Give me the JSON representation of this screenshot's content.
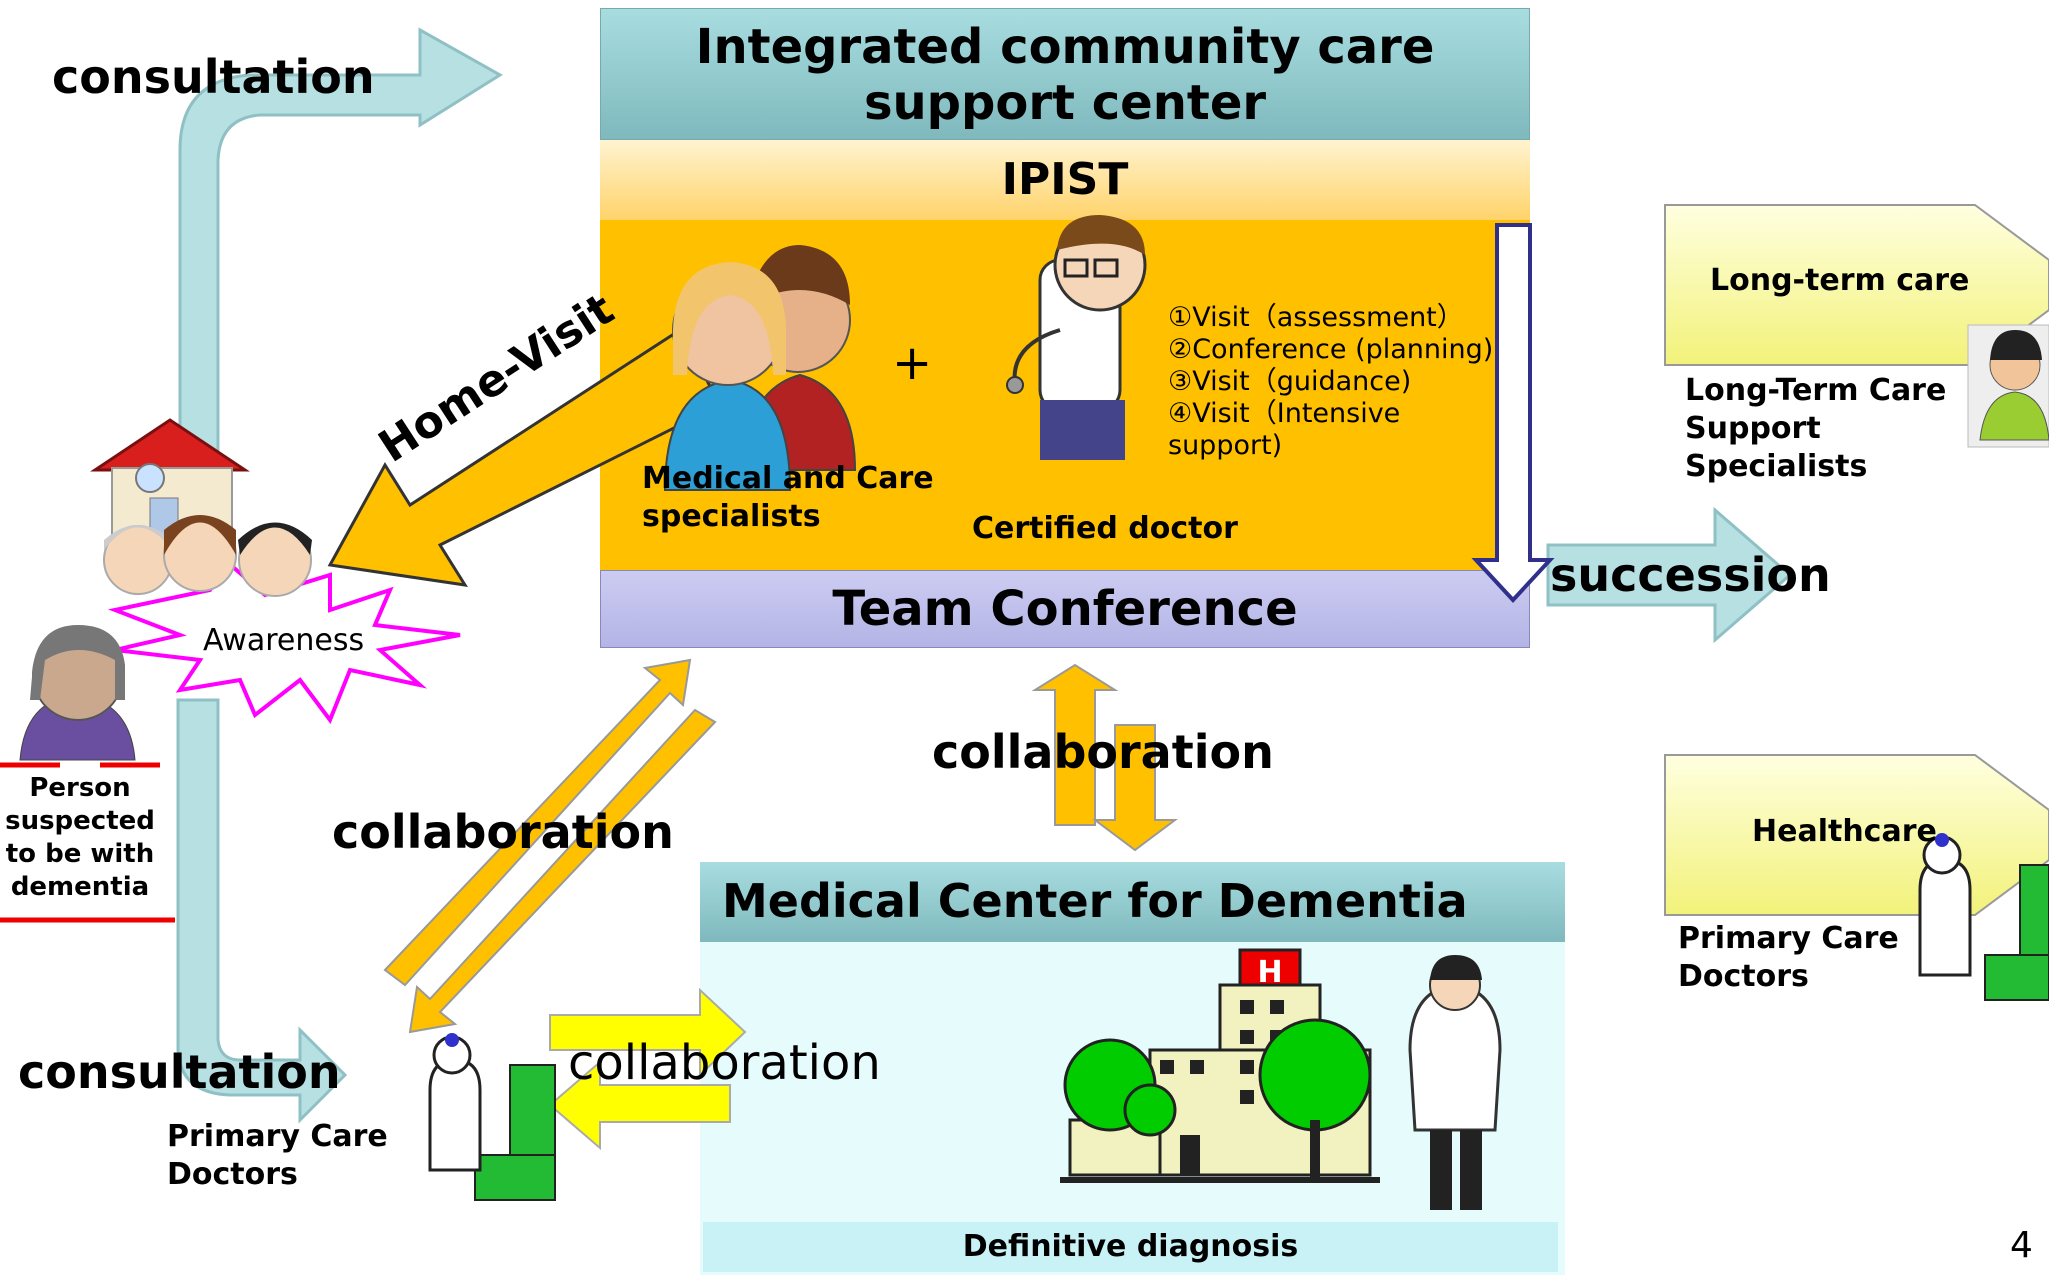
{
  "center": {
    "title_line1": "Integrated community care",
    "title_line2": "support center",
    "ipist": "IPIST",
    "team_conference": "Team Conference",
    "medical_care_specialists_line1": "Medical and Care",
    "medical_care_specialists_line2": "specialists",
    "plus": "+",
    "certified_doctor": "Certified doctor",
    "steps": [
      "①Visit（assessment）",
      "②Conference (planning)",
      "③Visit（guidance)",
      "④Visit（Intensive",
      "support)"
    ]
  },
  "left": {
    "consultation_top": "consultation",
    "home_visit": "Home-Visit",
    "awareness": "Awareness",
    "person_line1": "Person",
    "person_line2": "suspected",
    "person_line3": "to be with",
    "person_line4": "dementia",
    "consultation_bottom": "consultation",
    "pcd_line1": "Primary Care",
    "pcd_line2": "Doctors"
  },
  "middle": {
    "collaboration_diag": "collaboration",
    "collaboration_vertical": "collaboration",
    "collaboration_horizontal": "collaboration"
  },
  "medical_center": {
    "title": "Medical Center for Dementia",
    "definitive_diagnosis": "Definitive diagnosis",
    "hospital_sign": "H"
  },
  "right": {
    "succession": "succession",
    "long_term_care": "Long-term care",
    "ltc_line1": "Long-Term Care",
    "ltc_line2": "Support",
    "ltc_line3": "Specialists",
    "healthcare": "Healthcare",
    "pcd_line1": "Primary Care",
    "pcd_line2": "Doctors"
  },
  "page_number": "4",
  "colors": {
    "teal_header": "#a8dde0",
    "orange": "#ffc000",
    "lavender": "#c8c8f0",
    "yellow_arrow": "#ffff00",
    "light_teal_arrow": "#b7e0e3",
    "awareness_star": "#ff00ff"
  }
}
